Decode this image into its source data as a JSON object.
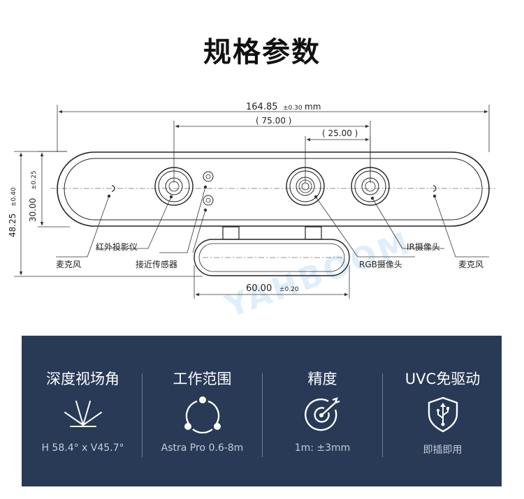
{
  "page_title": "规格参数",
  "dimensions": {
    "overall_width": "164.85",
    "overall_width_tol": "±0.30",
    "overall_width_unit": "mm",
    "ref_spacing_75": "( 75.00 )",
    "ref_spacing_25": "( 25.00 )",
    "overall_height": "48.25",
    "overall_height_tol": "±0.40",
    "body_height": "30.00",
    "body_height_tol": "±0.25",
    "base_width": "60.00",
    "base_width_tol": "±0.20"
  },
  "callouts": {
    "mic_left": "麦克风",
    "ir_projector": "红外投影仪",
    "proximity_sensor": "接近传感器",
    "rgb_camera": "RGB摄像头",
    "ir_camera": "IR摄像头",
    "mic_right": "麦克风"
  },
  "features": [
    {
      "title": "深度视场角",
      "icon": "field-of-view-icon",
      "desc": "H 58.4° x V45.7°"
    },
    {
      "title": "工作范围",
      "icon": "range-cycle-icon",
      "desc": "Astra Pro 0.6-8m"
    },
    {
      "title": "精度",
      "icon": "target-icon",
      "desc": "1m: ±3mm"
    },
    {
      "title": "UVC免驱动",
      "icon": "usb-shield-icon",
      "desc": "即插即用"
    }
  ],
  "watermark": "YAHBOOM"
}
